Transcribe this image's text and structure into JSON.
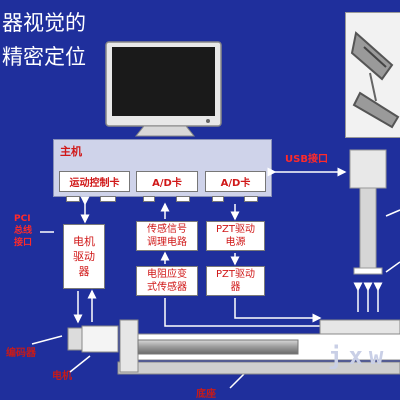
{
  "title": {
    "line1": "器视觉的",
    "line2": "精密定位"
  },
  "host": {
    "label": "主机",
    "cards": [
      "运动控制卡",
      "A/D卡",
      "A/D卡"
    ]
  },
  "modules": {
    "motor_driver": "电机\n驱动\n器",
    "signal_circuit": "传感信号\n调理电路",
    "pzt_power": "PZT驱动\n电源",
    "strain_sensor": "电阻应变\n式传感器",
    "pzt_driver": "PZT驱动\n器"
  },
  "labels": {
    "usb": "USB接口",
    "pci": "PCI\n总线\n接口",
    "encoder": "编码器",
    "motor": "电机",
    "base": "底座"
  },
  "watermark": "jxw",
  "colors": {
    "background": "#1f2f9c",
    "label_red": "#d01818",
    "host_bg": "#cfd3ea"
  }
}
